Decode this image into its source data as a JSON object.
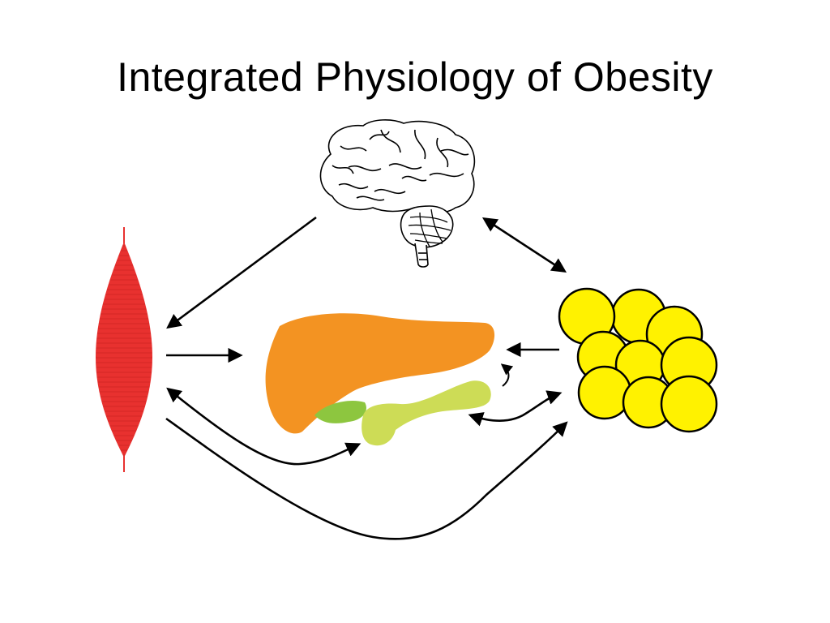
{
  "slide": {
    "title": "Integrated Physiology of Obesity"
  },
  "diagram": {
    "nodes": [
      {
        "id": "brain",
        "icon": "brain-icon"
      },
      {
        "id": "muscle",
        "icon": "muscle-icon",
        "color": "#e8312f"
      },
      {
        "id": "liver",
        "icon": "liver-icon",
        "color": "#f39322"
      },
      {
        "id": "gallbladder",
        "icon": "gallbladder-icon",
        "color": "#8dc63f"
      },
      {
        "id": "pancreas",
        "icon": "pancreas-icon",
        "color": "#cddc56"
      },
      {
        "id": "adipose",
        "icon": "fat-cells-icon",
        "color": "#fff200"
      }
    ],
    "arrows": [
      {
        "from": "brain",
        "to": "muscle",
        "direction": "one-way"
      },
      {
        "from": "brain",
        "to": "adipose",
        "direction": "two-way"
      },
      {
        "from": "muscle",
        "to": "liver",
        "direction": "one-way"
      },
      {
        "from": "muscle",
        "to": "pancreas",
        "direction": "two-way"
      },
      {
        "from": "muscle",
        "to": "adipose",
        "direction": "one-way"
      },
      {
        "from": "adipose",
        "to": "liver",
        "direction": "one-way"
      },
      {
        "from": "adipose",
        "to": "pancreas",
        "direction": "two-way"
      },
      {
        "from": "pancreas",
        "to": "liver",
        "direction": "one-way"
      }
    ]
  }
}
